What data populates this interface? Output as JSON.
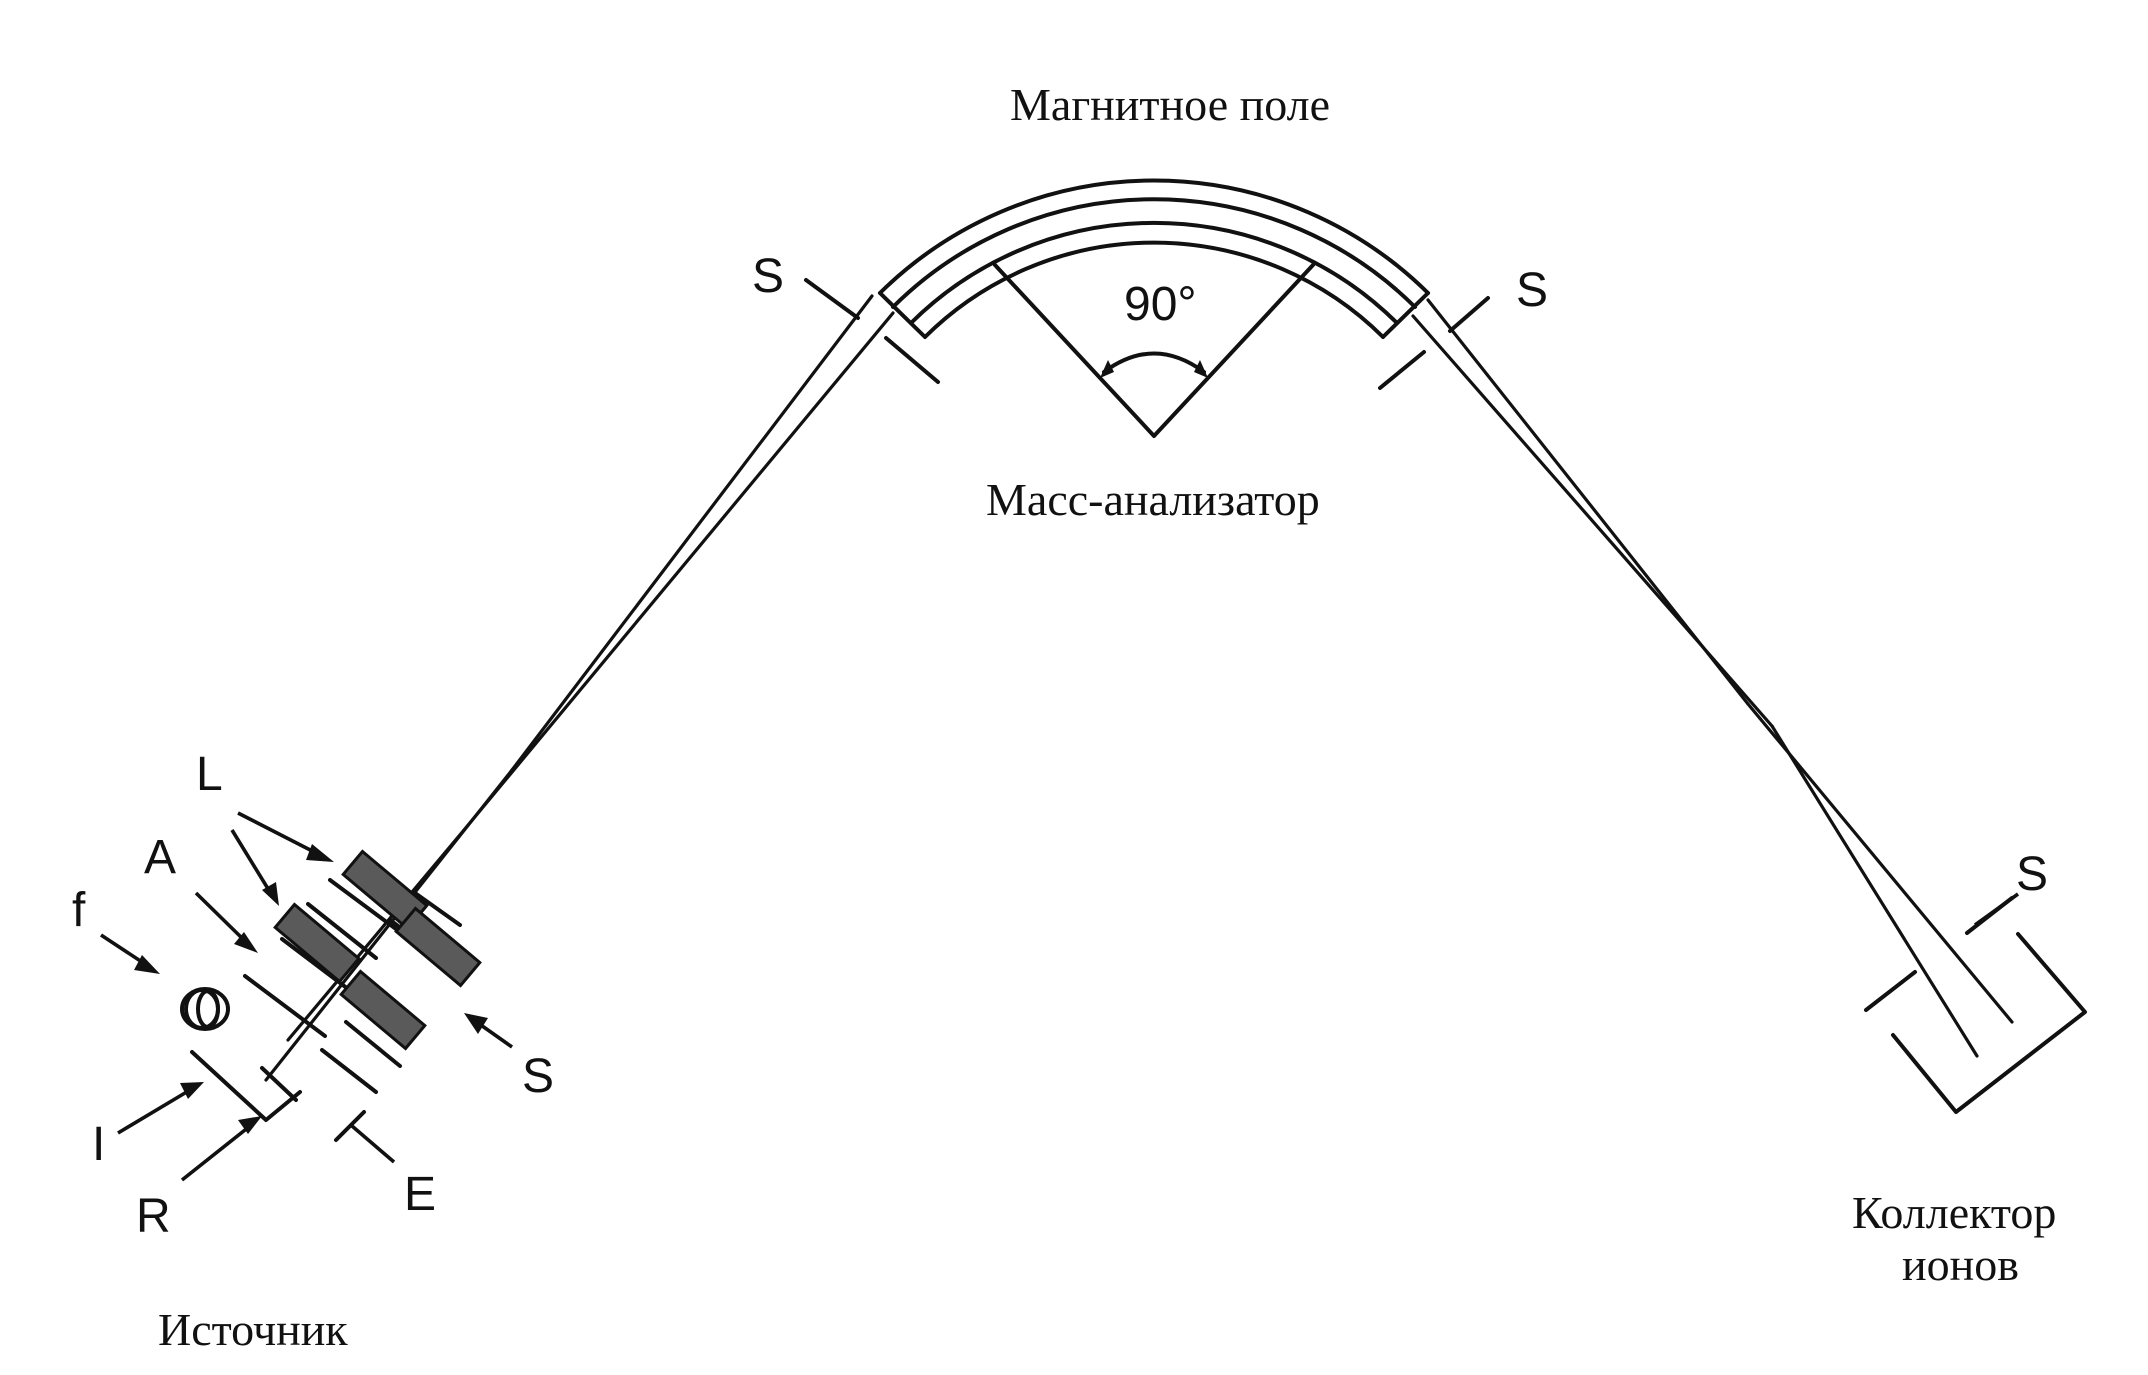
{
  "labels": {
    "magnetic_field": "Магнитное поле",
    "mass_analyzer": "Масс-анализатор",
    "angle": "90°",
    "source": "Источник",
    "collector_line1": "Коллектор",
    "collector_line2": "ионов",
    "slit_left": "S",
    "slit_right": "S",
    "slit_collector": "S",
    "slit_source": "S",
    "lens": "L",
    "anode": "A",
    "filament": "f",
    "ionization": "I",
    "repeller": "R",
    "electrode": "E"
  }
}
